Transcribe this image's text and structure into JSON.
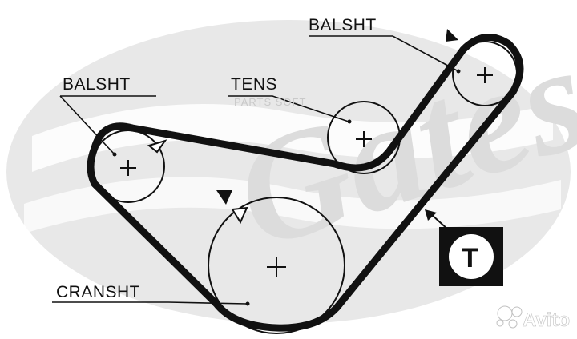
{
  "diagram": {
    "background_logo": "Gates",
    "labels": {
      "balshaft_top_right": "BALSHT",
      "balshaft_left": "BALSHT",
      "tensioner": "TENS",
      "crankshaft": "CRANSHT"
    },
    "tool_marker": "T",
    "watermark": "PARTS SOFT",
    "avito_logo": "Avito"
  },
  "colors": {
    "belt": "#111111",
    "logo_gray": "#e6e6e6",
    "label_text": "#111111"
  },
  "icons": [
    "plus-icon",
    "timing-mark-arrow-icon",
    "avito-logo-icon"
  ]
}
